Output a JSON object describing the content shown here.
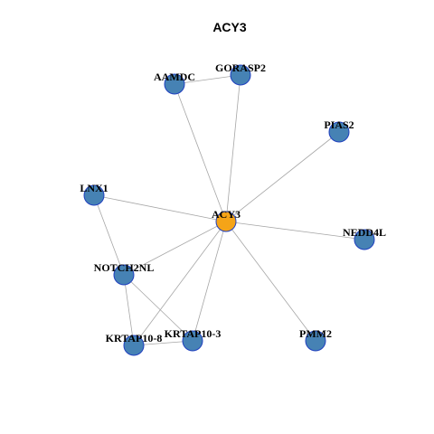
{
  "title": "ACY3",
  "colors": {
    "center_node": "#f5a418",
    "neighbor_node": "#4682b4",
    "node_border": "#1f3fbf",
    "edge": "#a6a6a6"
  },
  "nodes": [
    {
      "id": "ACY3",
      "label": "ACY3",
      "role": "center"
    },
    {
      "id": "AAMDC",
      "label": "AAMDC",
      "role": "neighbor"
    },
    {
      "id": "GORASP2",
      "label": "GORASP2",
      "role": "neighbor"
    },
    {
      "id": "PIAS2",
      "label": "PIAS2",
      "role": "neighbor"
    },
    {
      "id": "LNX1",
      "label": "LNX1",
      "role": "neighbor"
    },
    {
      "id": "NEDD4L",
      "label": "NEDD4L",
      "role": "neighbor"
    },
    {
      "id": "NOTCH2NL",
      "label": "NOTCH2NL",
      "role": "neighbor"
    },
    {
      "id": "KRTAP10-3",
      "label": "KRTAP10-3",
      "role": "neighbor"
    },
    {
      "id": "KRTAP10-8",
      "label": "KRTAP10-8",
      "role": "neighbor"
    },
    {
      "id": "PMM2",
      "label": "PMM2",
      "role": "neighbor"
    }
  ],
  "edges": [
    [
      "AAMDC",
      "GORASP2"
    ],
    [
      "AAMDC",
      "ACY3"
    ],
    [
      "GORASP2",
      "ACY3"
    ],
    [
      "PIAS2",
      "ACY3"
    ],
    [
      "LNX1",
      "ACY3"
    ],
    [
      "LNX1",
      "NOTCH2NL"
    ],
    [
      "NEDD4L",
      "ACY3"
    ],
    [
      "NOTCH2NL",
      "ACY3"
    ],
    [
      "NOTCH2NL",
      "KRTAP10-3"
    ],
    [
      "NOTCH2NL",
      "KRTAP10-8"
    ],
    [
      "KRTAP10-3",
      "ACY3"
    ],
    [
      "KRTAP10-3",
      "KRTAP10-8"
    ],
    [
      "KRTAP10-8",
      "ACY3"
    ],
    [
      "PMM2",
      "ACY3"
    ]
  ]
}
